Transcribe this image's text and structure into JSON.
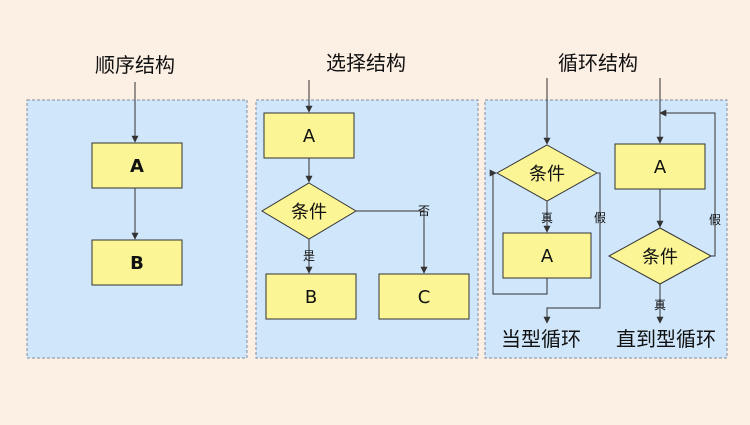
{
  "sequence": {
    "title": "顺序结构",
    "box_a": "A",
    "box_b": "B"
  },
  "selection": {
    "title": "选择结构",
    "box_a": "A",
    "condition": "条件",
    "yes_label": "是",
    "no_label": "否",
    "box_b": "B",
    "box_c": "C"
  },
  "loop": {
    "title": "循环结构",
    "while": {
      "condition": "条件",
      "true_label": "真",
      "false_label": "假",
      "box_a": "A",
      "caption": "当型循环"
    },
    "until": {
      "box_a": "A",
      "condition": "条件",
      "false_label": "假",
      "true_label": "真",
      "caption": "直到型循环"
    }
  },
  "colors": {
    "page_background": "#fcefe3",
    "panel_fill": "#cfe6fb",
    "box_fill": "#fbf596"
  }
}
